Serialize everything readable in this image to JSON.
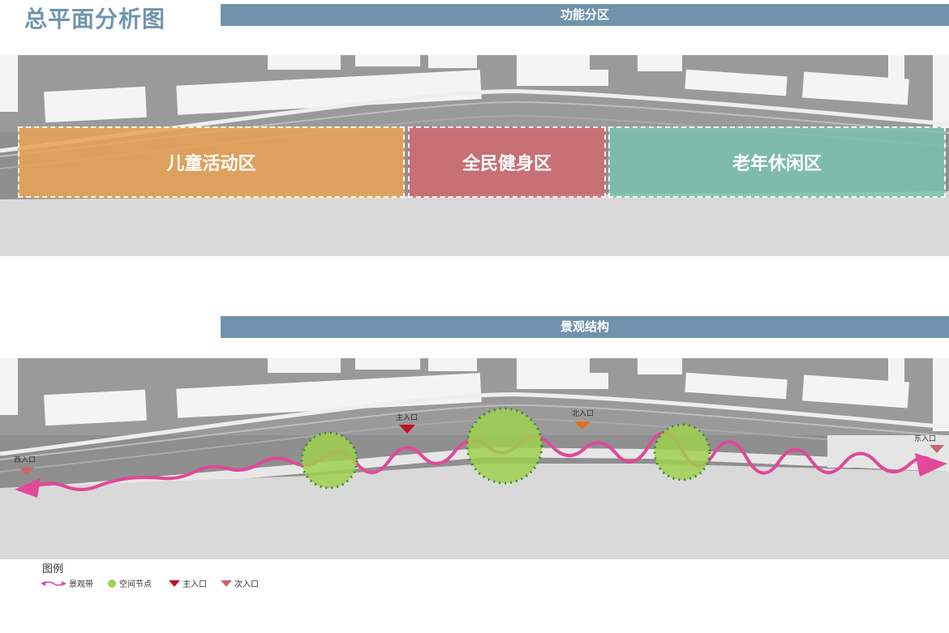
{
  "page": {
    "title": "总平面分析图"
  },
  "sections": {
    "functional": {
      "title": "功能分区",
      "zones": [
        {
          "label": "儿童活动区",
          "color": "#e9a456"
        },
        {
          "label": "全民健身区",
          "color": "#cf6c72"
        },
        {
          "label": "老年休闲区",
          "color": "#7cc2ae"
        }
      ]
    },
    "landscape": {
      "title": "景观结构",
      "entrances": {
        "west": "西入口",
        "main": "主入口",
        "north": "北入口",
        "east": "东入口"
      }
    }
  },
  "legend": {
    "title": "图例",
    "items": [
      {
        "label": "景观带",
        "icon": "pink-arrow-line-icon",
        "color": "#e0489a"
      },
      {
        "label": "空间节点",
        "icon": "green-circle-icon",
        "color": "#9fd04e"
      },
      {
        "label": "主入口",
        "icon": "red-triangle-icon",
        "color": "#c2121f"
      },
      {
        "label": "次入口",
        "icon": "rose-triangle-icon",
        "color": "#c9646f"
      }
    ]
  }
}
